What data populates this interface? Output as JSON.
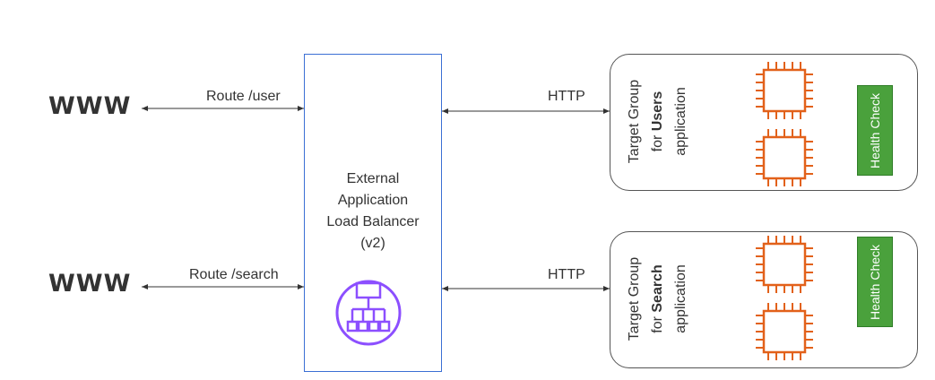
{
  "clients": [
    {
      "www": "WWW",
      "route": "Route /user",
      "protocol": "HTTP"
    },
    {
      "www": "WWW",
      "route": "Route /search",
      "protocol": "HTTP"
    }
  ],
  "alb": {
    "line1": "External",
    "line2": "Application",
    "line3": "Load Balancer",
    "line4": "(v2)"
  },
  "target_groups": [
    {
      "line1": "Target Group",
      "for": "for",
      "name": "Users",
      "line3": "application",
      "health_check": "Health Check"
    },
    {
      "line1": "Target Group",
      "for": "for",
      "name": "Search",
      "line3": "application",
      "health_check": "Health Check"
    }
  ],
  "colors": {
    "alb_border": "#3b6fd4",
    "alb_icon": "#8c4fff",
    "instance": "#e2611a",
    "health_check": "#4aa13c"
  }
}
